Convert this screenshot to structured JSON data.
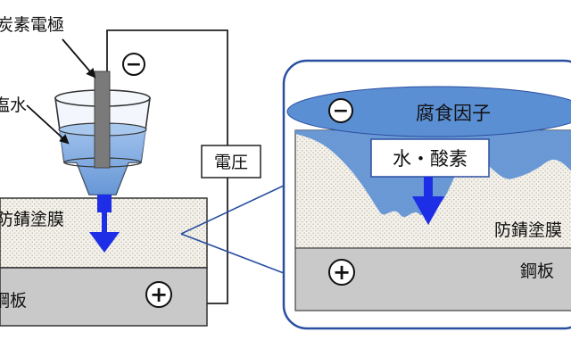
{
  "labels": {
    "electrode": "炭素電極",
    "water": "塩水",
    "voltage": "電圧",
    "coating_left": "防錆塗膜",
    "steel_left": "鋼板",
    "corrosion": "腐食因子",
    "water_oxygen": "水・酸素",
    "coating_right": "防錆塗膜",
    "steel_right": "鋼板"
  },
  "symbols": {
    "minus_electrode": "−",
    "minus_corrosion": "−",
    "plus_left": "+",
    "plus_right": "+"
  },
  "colors": {
    "coating": "#f2efe6",
    "steel": "#c8c8c8",
    "water_blue": "#5b8fd4",
    "arrow_blue": "#1d2ee6",
    "border_blue": "#2a4fa0",
    "electrode": "#777777"
  }
}
